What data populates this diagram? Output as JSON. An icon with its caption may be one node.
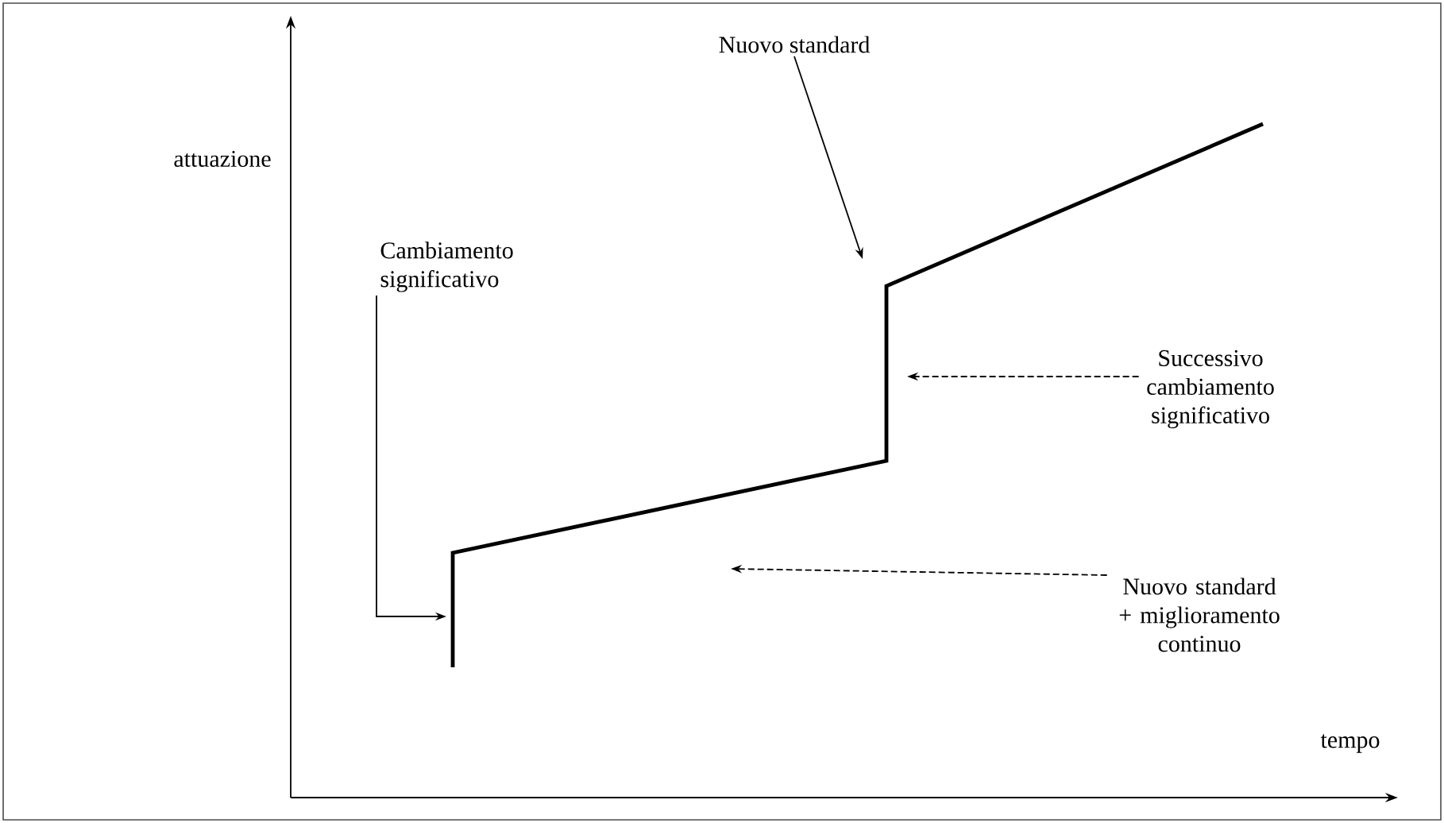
{
  "diagram": {
    "nodes": [
      {
        "text": [
          "Cambiamento significativo"
        ]
      },
      {
        "text": [
          "Nuovo standard"
        ]
      },
      {
        "text": [
          "Successivo cambiamento significativo"
        ]
      },
      {
        "text": [
          "Nuovo standard + miglioramento continuo"
        ]
      }
    ],
    "edges": [
      {
        "from": 0,
        "to": null,
        "arrow": "to"
      },
      {
        "from": 1,
        "to": null,
        "arrow": "to"
      },
      {
        "from": 2,
        "to": null,
        "arrow": "to",
        "style": "dashed"
      },
      {
        "from": 3,
        "to": null,
        "arrow": "to",
        "style": "dashed"
      }
    ],
    "labels": [
      "attuazione",
      "tempo"
    ]
  }
}
